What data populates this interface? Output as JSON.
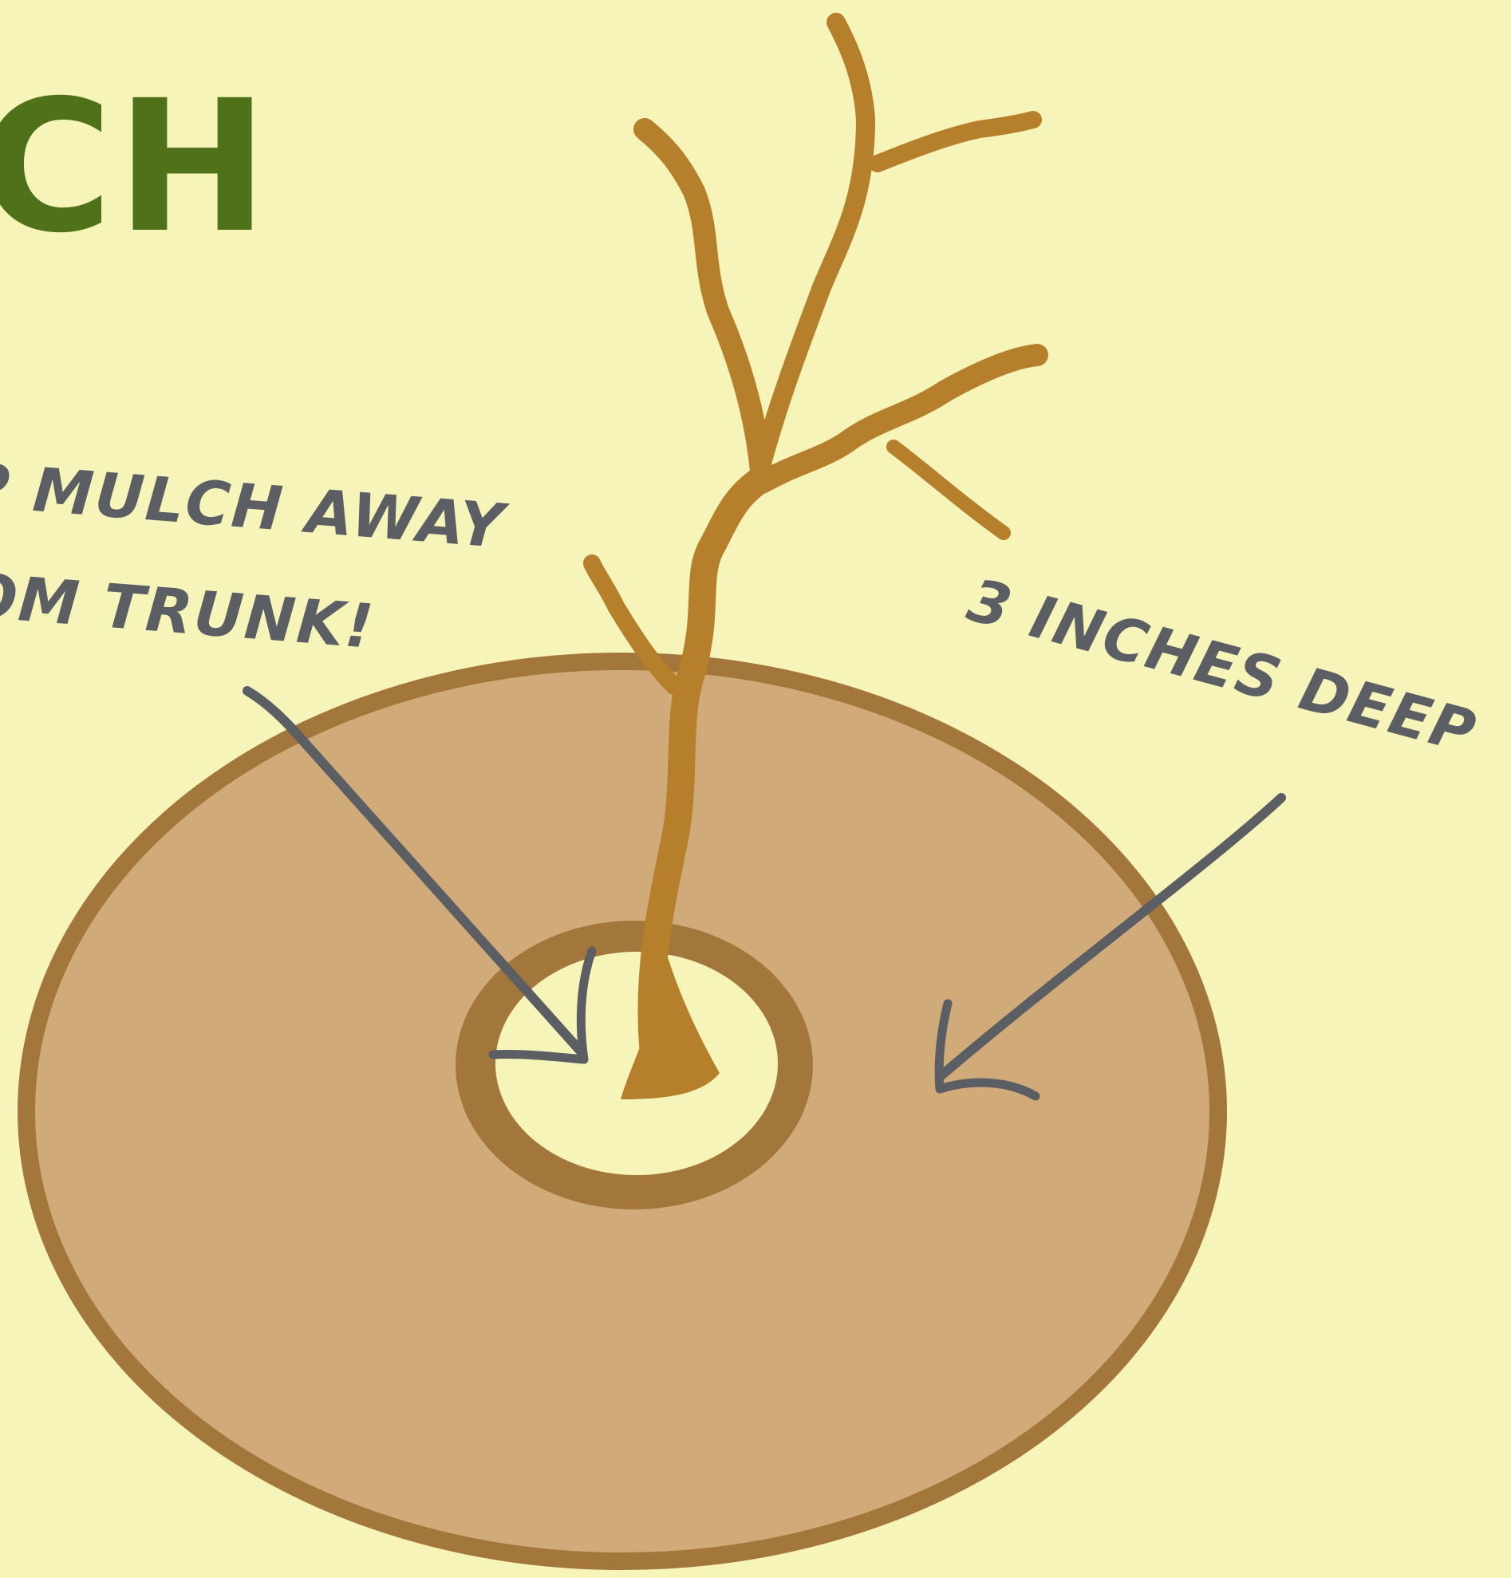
{
  "title": "LCH",
  "note_left": {
    "line1": "EP MULCH AWAY",
    "line2": "OM TRUNK!"
  },
  "note_right": "3 INCHES DEEP",
  "colors": {
    "background": "#f7f4b9",
    "title": "#4f7119",
    "annotation": "#5b5e63",
    "mulch_fill": "#d1aa79",
    "mulch_edge": "#a3773c",
    "trunk": "#b57f2c"
  }
}
